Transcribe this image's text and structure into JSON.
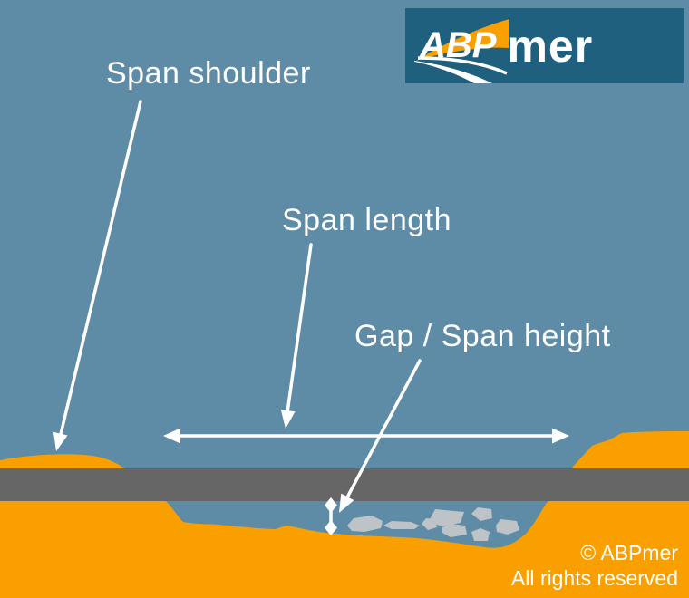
{
  "diagram": {
    "labels": {
      "span_shoulder": "Span shoulder",
      "span_length": "Span length",
      "gap_span_height": "Gap / Span height"
    },
    "logo": {
      "abp": "ABP",
      "mer": "mer"
    },
    "copyright": {
      "line1": "© ABPmer",
      "line2": "All rights reserved"
    },
    "colors": {
      "water": "#5E8CA6",
      "seabed_orange": "#F9A000",
      "pipeline_grey": "#666666",
      "rock_grey": "#BDC3C6",
      "logo_background": "#20607F",
      "arrow_and_text": "#FFFFFF"
    }
  }
}
